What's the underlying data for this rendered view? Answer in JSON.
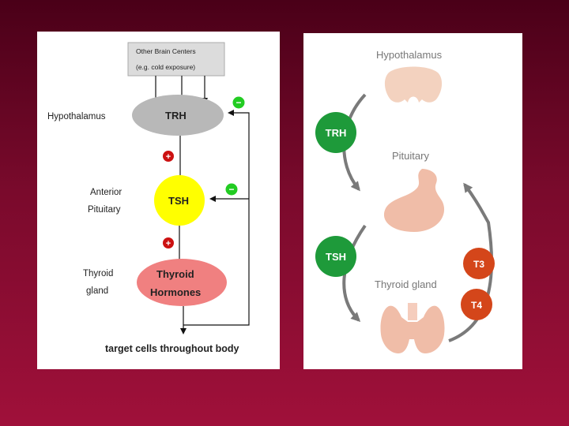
{
  "left_diagram": {
    "other_centers_line1": "Other Brain Centers",
    "other_centers_line2": "(e.g. cold exposure)",
    "hypothalamus_label": "Hypothalamus",
    "trh": "TRH",
    "anterior_label": "Anterior",
    "pituitary_label": "Pituitary",
    "tsh": "TSH",
    "thyroid_label": "Thyroid",
    "gland_label": "gland",
    "hormones_line1": "Thyroid",
    "hormones_line2": "Hormones",
    "target_cells": "target cells throughout body",
    "minus_sign": "−",
    "plus_sign": "+",
    "colors": {
      "trh_fill": "#b8b8b8",
      "tsh_fill": "#ffff00",
      "hormones_fill": "#f08080",
      "inhibit": "#22cc22",
      "stimulate": "#cc1111"
    }
  },
  "right_diagram": {
    "hypothalamus": "Hypothalamus",
    "pituitary": "Pituitary",
    "thyroid_gland": "Thyroid gland",
    "trh": "TRH",
    "tsh": "TSH",
    "t3": "T3",
    "t4": "T4",
    "colors": {
      "hormone_green": "#1e9a3a",
      "feedback_orange": "#d4461a",
      "organ": "#f0bda8",
      "arrow": "#7a7a7a"
    }
  }
}
